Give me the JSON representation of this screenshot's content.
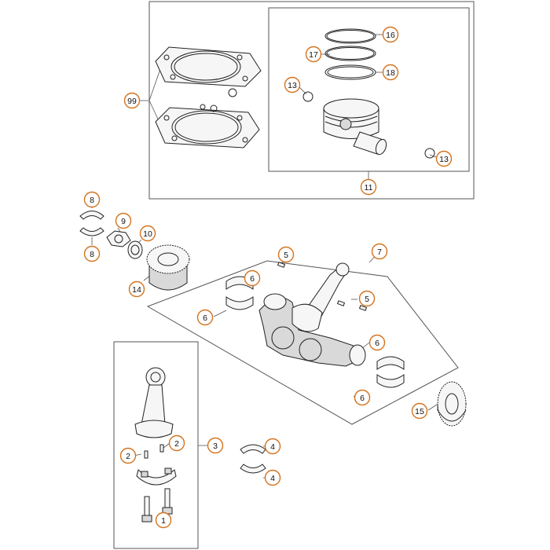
{
  "colors": {
    "callout_stroke": "#d4731f",
    "line": "#222222",
    "frame": "#555555"
  },
  "groups": [
    {
      "id": "gasket-kit",
      "label": "99"
    },
    {
      "id": "piston-assembly",
      "label": "11"
    },
    {
      "id": "crankshaft-assembly",
      "label": "7"
    },
    {
      "id": "conrod-assembly",
      "label": "3"
    }
  ],
  "callouts": [
    {
      "id": "c99",
      "label": "99"
    },
    {
      "id": "c16",
      "label": "16"
    },
    {
      "id": "c17",
      "label": "17"
    },
    {
      "id": "c18",
      "label": "18"
    },
    {
      "id": "c13a",
      "label": "13"
    },
    {
      "id": "c13b",
      "label": "13"
    },
    {
      "id": "c11",
      "label": "11"
    },
    {
      "id": "c8a",
      "label": "8"
    },
    {
      "id": "c8b",
      "label": "8"
    },
    {
      "id": "c9",
      "label": "9"
    },
    {
      "id": "c10",
      "label": "10"
    },
    {
      "id": "c14",
      "label": "14"
    },
    {
      "id": "c5a",
      "label": "5"
    },
    {
      "id": "c5b",
      "label": "5"
    },
    {
      "id": "c7",
      "label": "7"
    },
    {
      "id": "c6a",
      "label": "6"
    },
    {
      "id": "c6b",
      "label": "6"
    },
    {
      "id": "c6c",
      "label": "6"
    },
    {
      "id": "c6d",
      "label": "6"
    },
    {
      "id": "c15",
      "label": "15"
    },
    {
      "id": "c3",
      "label": "3"
    },
    {
      "id": "c2a",
      "label": "2"
    },
    {
      "id": "c2b",
      "label": "2"
    },
    {
      "id": "c4a",
      "label": "4"
    },
    {
      "id": "c4b",
      "label": "4"
    },
    {
      "id": "c1",
      "label": "1"
    }
  ]
}
